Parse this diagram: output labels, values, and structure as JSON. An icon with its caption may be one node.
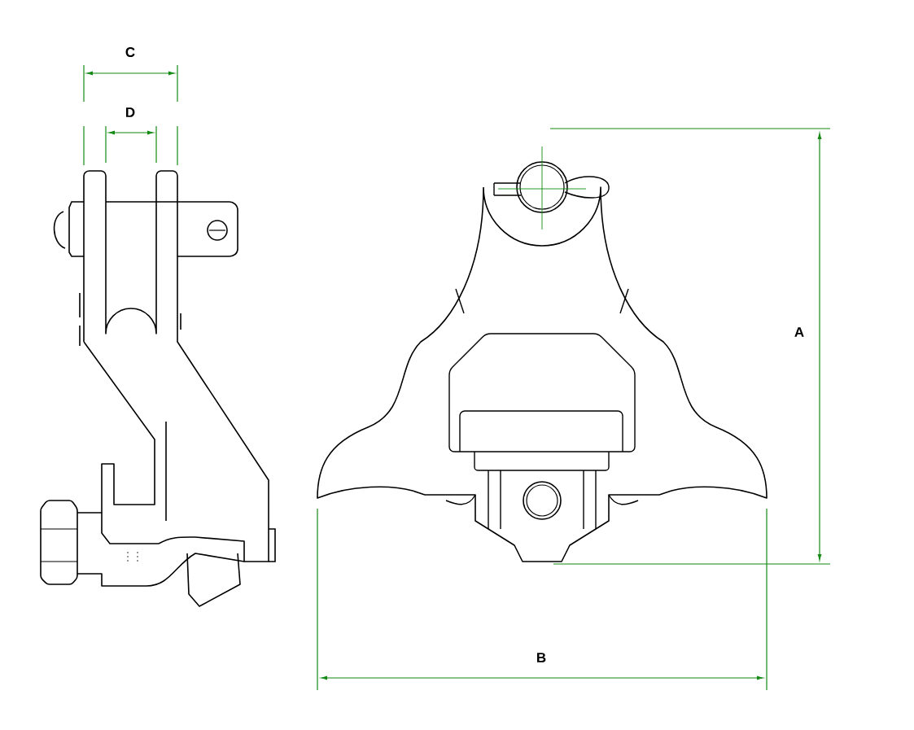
{
  "diagram": {
    "labels": [
      "C",
      "D",
      "A",
      "B"
    ]
  }
}
